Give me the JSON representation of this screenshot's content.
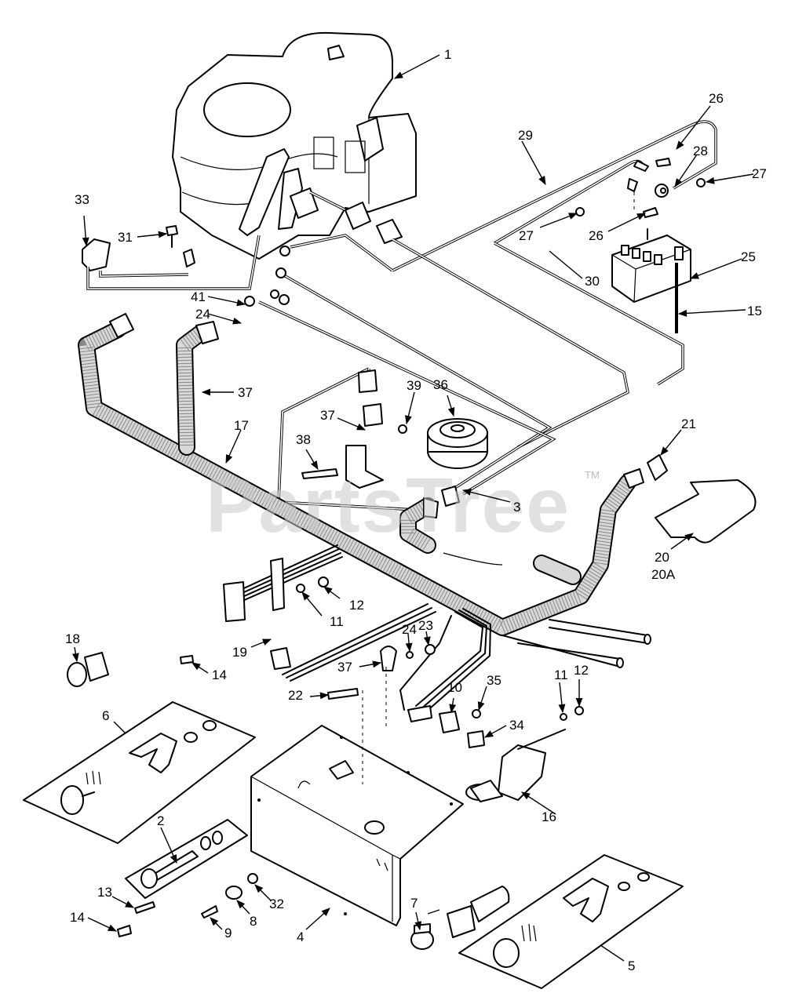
{
  "watermark": {
    "text": "PartsTree",
    "trademark": "TM"
  },
  "callouts": [
    {
      "id": "c1",
      "label": "1"
    },
    {
      "id": "c2",
      "label": "2"
    },
    {
      "id": "c3",
      "label": "3"
    },
    {
      "id": "c4",
      "label": "4"
    },
    {
      "id": "c5",
      "label": "5"
    },
    {
      "id": "c6",
      "label": "6"
    },
    {
      "id": "c7",
      "label": "7"
    },
    {
      "id": "c8",
      "label": "8"
    },
    {
      "id": "c9",
      "label": "9"
    },
    {
      "id": "c10",
      "label": "10"
    },
    {
      "id": "c11a",
      "label": "11"
    },
    {
      "id": "c11b",
      "label": "11"
    },
    {
      "id": "c12a",
      "label": "12"
    },
    {
      "id": "c12b",
      "label": "12"
    },
    {
      "id": "c13",
      "label": "13"
    },
    {
      "id": "c14a",
      "label": "14"
    },
    {
      "id": "c14b",
      "label": "14"
    },
    {
      "id": "c15",
      "label": "15"
    },
    {
      "id": "c16",
      "label": "16"
    },
    {
      "id": "c17",
      "label": "17"
    },
    {
      "id": "c18",
      "label": "18"
    },
    {
      "id": "c19",
      "label": "19"
    },
    {
      "id": "c20",
      "label": "20"
    },
    {
      "id": "c20a",
      "label": "20A"
    },
    {
      "id": "c21",
      "label": "21"
    },
    {
      "id": "c22",
      "label": "22"
    },
    {
      "id": "c23",
      "label": "23"
    },
    {
      "id": "c24a",
      "label": "24"
    },
    {
      "id": "c24b",
      "label": "24"
    },
    {
      "id": "c25",
      "label": "25"
    },
    {
      "id": "c26a",
      "label": "26"
    },
    {
      "id": "c26b",
      "label": "26"
    },
    {
      "id": "c27a",
      "label": "27"
    },
    {
      "id": "c27b",
      "label": "27"
    },
    {
      "id": "c28",
      "label": "28"
    },
    {
      "id": "c29",
      "label": "29"
    },
    {
      "id": "c30",
      "label": "30"
    },
    {
      "id": "c31",
      "label": "31"
    },
    {
      "id": "c32",
      "label": "32"
    },
    {
      "id": "c33",
      "label": "33"
    },
    {
      "id": "c34",
      "label": "34"
    },
    {
      "id": "c35",
      "label": "35"
    },
    {
      "id": "c36",
      "label": "36"
    },
    {
      "id": "c37a",
      "label": "37"
    },
    {
      "id": "c37b",
      "label": "37"
    },
    {
      "id": "c37c",
      "label": "37"
    },
    {
      "id": "c38",
      "label": "38"
    },
    {
      "id": "c39",
      "label": "39"
    },
    {
      "id": "c41",
      "label": "41"
    }
  ]
}
